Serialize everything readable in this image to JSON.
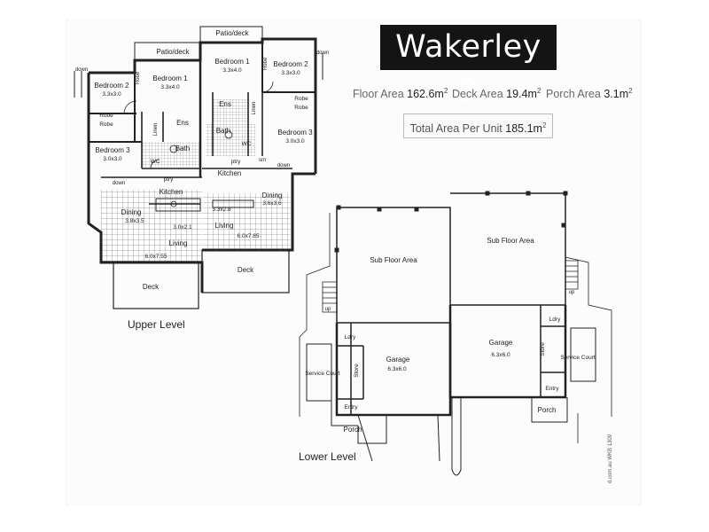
{
  "title": "Wakerley B",
  "areas": {
    "floor_label": "Floor Area",
    "floor_value": "162.6m",
    "deck_label": "Deck Area",
    "deck_value": "19.4m",
    "porch_label": "Porch Area",
    "porch_value": "3.1m",
    "total_label": "Total Area Per Unit",
    "total_value": "185.1m",
    "unit_super": "2"
  },
  "levels": {
    "upper": "Upper Level",
    "lower": "Lower Level"
  },
  "credit": "d.com.au WKB 1309",
  "upper_rooms": {
    "patio_deck_top": "Patio/deck",
    "patio_deck_left": "Patio/deck",
    "bed2_left": "Bedroom 2",
    "bed2_left_dim": "3.3x3.0",
    "bed1_left": "Bedroom 1",
    "bed1_left_dim": "3.3x4.0",
    "bed1_right": "Bedroom 1",
    "bed1_right_dim": "3.3x4.0",
    "bed2_right": "Bedroom 2",
    "bed2_right_dim": "3.3x3.0",
    "bed3_left": "Bedroom 3",
    "bed3_left_dim": "3.0x3.0",
    "bed3_right": "Bedroom 3",
    "bed3_right_dim": "3.0x3.0",
    "robe": "Robe",
    "ens": "Ens",
    "bath": "Bath",
    "linen": "Linen",
    "wc": "WC",
    "ptry": "ptry",
    "kitchen": "Kitchen",
    "dining": "Dining",
    "dining_left_dim": "3.8x3.5",
    "dining_right_dim": "3.6x3.6",
    "living": "Living",
    "living_left_dim": "6.0x7.55",
    "living_right_dim": "6.0x7.85",
    "dim_302": "3.0x2.1",
    "dim_328": "3.3x2.8",
    "deck": "Deck",
    "down": "down",
    "sm": "sm"
  },
  "lower_rooms": {
    "subfloor": "Sub Floor Area",
    "garage": "Garage",
    "garage_dim": "6.3x6.0",
    "store": "Store",
    "ldry": "Ldry",
    "entry": "Entry",
    "service_court": "Service Court",
    "porch": "Porch",
    "up": "up"
  }
}
